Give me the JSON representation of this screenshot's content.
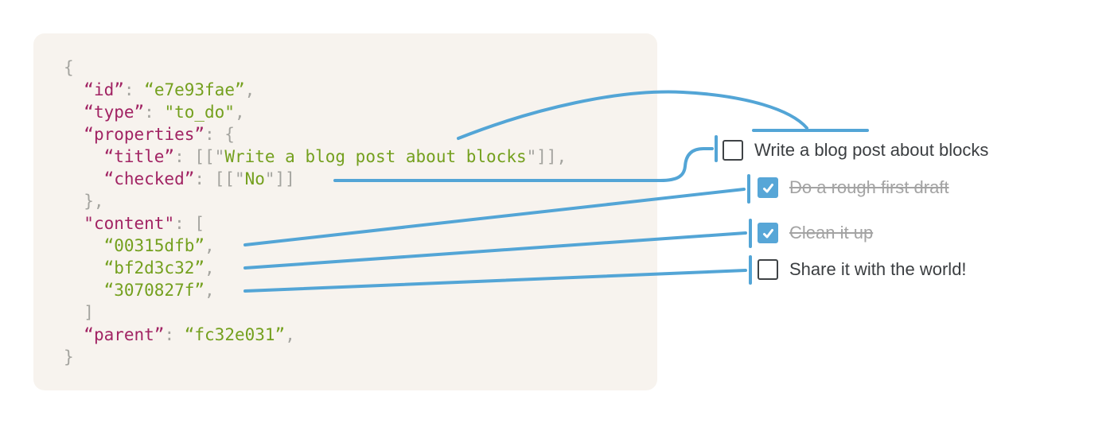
{
  "colors": {
    "accent_blue": "#53a5d6",
    "code_background": "#f7f3ee",
    "code_key": "#a12363",
    "code_value": "#74a01e",
    "code_punctuation": "#a4a49f",
    "todo_text": "#3b3e41",
    "todo_done_text": "#a3a3a3",
    "checkbox_border": "#3f4346",
    "checkbox_checked_fill": "#57a6d7"
  },
  "code": {
    "language": "json",
    "lines": [
      [
        {
          "c": "p",
          "t": "{"
        }
      ],
      [
        {
          "c": "p",
          "t": "  "
        },
        {
          "c": "k",
          "t": "“id”"
        },
        {
          "c": "p",
          "t": ": "
        },
        {
          "c": "v",
          "t": "“e7e93fae”"
        },
        {
          "c": "p",
          "t": ","
        }
      ],
      [
        {
          "c": "p",
          "t": "  "
        },
        {
          "c": "k",
          "t": "“type”"
        },
        {
          "c": "p",
          "t": ": "
        },
        {
          "c": "v",
          "t": "\"to_do\""
        },
        {
          "c": "p",
          "t": ","
        }
      ],
      [
        {
          "c": "p",
          "t": "  "
        },
        {
          "c": "k",
          "t": "“properties”"
        },
        {
          "c": "p",
          "t": ": {"
        }
      ],
      [
        {
          "c": "p",
          "t": "    "
        },
        {
          "c": "k",
          "t": "“title”"
        },
        {
          "c": "p",
          "t": ": [[\""
        },
        {
          "c": "v",
          "t": "Write a blog post about blocks"
        },
        {
          "c": "p",
          "t": "\"]],"
        }
      ],
      [
        {
          "c": "p",
          "t": "    "
        },
        {
          "c": "k",
          "t": "“checked”"
        },
        {
          "c": "p",
          "t": ": [[\""
        },
        {
          "c": "v",
          "t": "No"
        },
        {
          "c": "p",
          "t": "\"]]"
        }
      ],
      [
        {
          "c": "p",
          "t": "  },"
        }
      ],
      [
        {
          "c": "p",
          "t": "  "
        },
        {
          "c": "k",
          "t": "\"content\""
        },
        {
          "c": "p",
          "t": ": ["
        }
      ],
      [
        {
          "c": "p",
          "t": "    "
        },
        {
          "c": "v",
          "t": "“00315dfb”"
        },
        {
          "c": "p",
          "t": ","
        }
      ],
      [
        {
          "c": "p",
          "t": "    "
        },
        {
          "c": "v",
          "t": "“bf2d3c32”"
        },
        {
          "c": "p",
          "t": ","
        }
      ],
      [
        {
          "c": "p",
          "t": "    "
        },
        {
          "c": "v",
          "t": "“3070827f”"
        },
        {
          "c": "p",
          "t": ","
        }
      ],
      [
        {
          "c": "p",
          "t": "  ]"
        }
      ],
      [
        {
          "c": "p",
          "t": "  "
        },
        {
          "c": "k",
          "t": "“parent”"
        },
        {
          "c": "p",
          "t": ": "
        },
        {
          "c": "v",
          "t": "“fc32e031”"
        },
        {
          "c": "p",
          "t": ","
        }
      ],
      [
        {
          "c": "p",
          "t": "}"
        }
      ]
    ]
  },
  "todo": {
    "items": [
      {
        "label": "Write a blog post about blocks",
        "checked": false
      },
      {
        "label": "Do a rough first draft",
        "checked": true
      },
      {
        "label": "Clean it up",
        "checked": true
      },
      {
        "label": "Share it with the world!",
        "checked": false
      }
    ]
  }
}
